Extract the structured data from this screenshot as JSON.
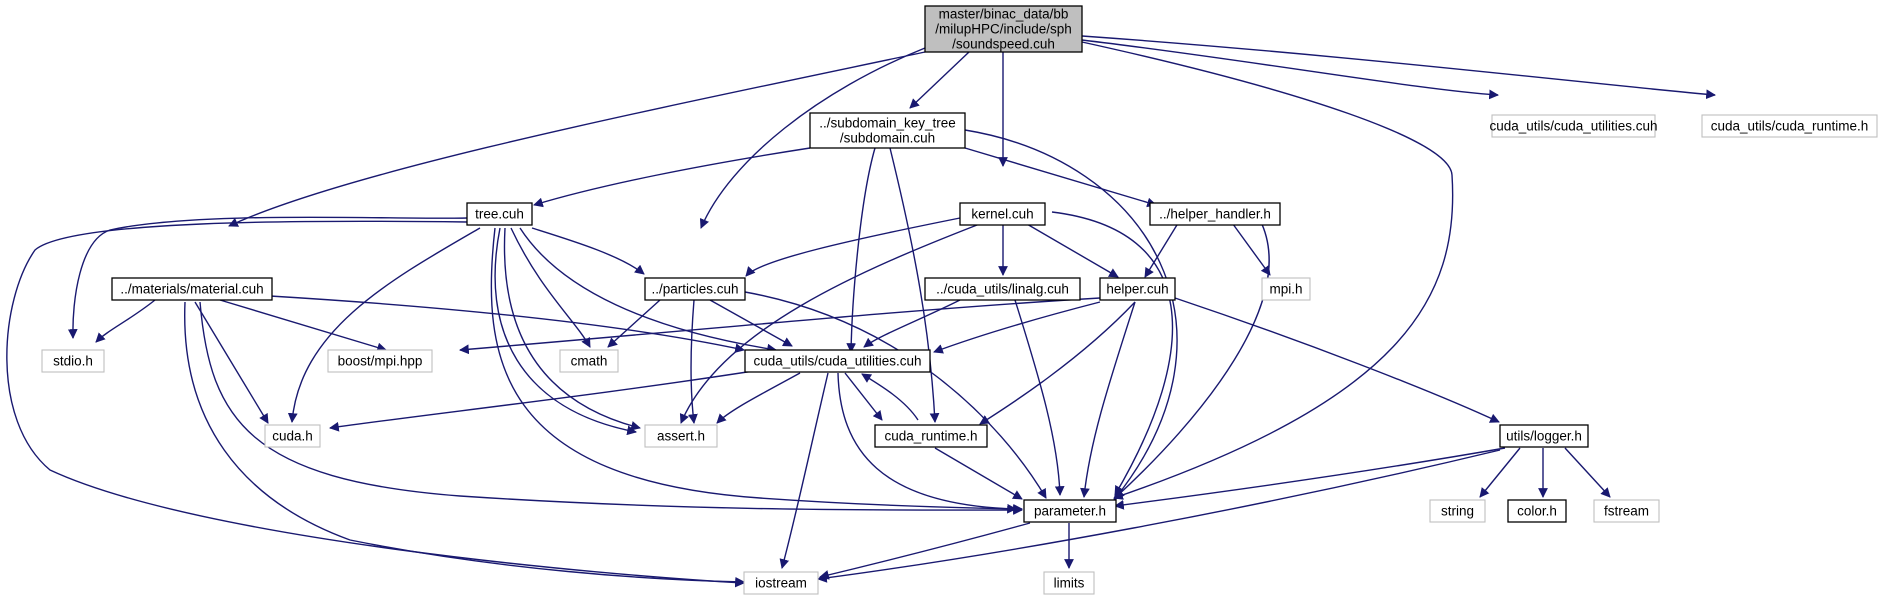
{
  "graph": {
    "root_lines": [
      "master/binac_data/bb",
      "/milupHPC/include/sph",
      "/soundspeed.cuh"
    ],
    "nodes": {
      "subdomain": [
        "../subdomain_key_tree",
        "/subdomain.cuh"
      ],
      "cuda_utilities_cuh_ext": [
        "cuda_utils/cuda_utilities.cuh"
      ],
      "cuda_runtime_h_ext": [
        "cuda_utils/cuda_runtime.h"
      ],
      "tree": [
        "tree.cuh"
      ],
      "kernel": [
        "kernel.cuh"
      ],
      "helper_handler": [
        "../helper_handler.h"
      ],
      "material": [
        "../materials/material.cuh"
      ],
      "particles": [
        "../particles.cuh"
      ],
      "linalg": [
        "../cuda_utils/linalg.cuh"
      ],
      "helper": [
        "helper.cuh"
      ],
      "mpi": [
        "mpi.h"
      ],
      "stdio": [
        "stdio.h"
      ],
      "boost_mpi": [
        "boost/mpi.hpp"
      ],
      "cmath": [
        "cmath"
      ],
      "cuda_utilities": [
        "cuda_utils/cuda_utilities.cuh"
      ],
      "cuda_h": [
        "cuda.h"
      ],
      "assert": [
        "assert.h"
      ],
      "cuda_runtime": [
        "cuda_runtime.h"
      ],
      "logger": [
        "utils/logger.h"
      ],
      "parameter": [
        "parameter.h"
      ],
      "string": [
        "string"
      ],
      "color": [
        "color.h"
      ],
      "fstream": [
        "fstream"
      ],
      "iostream": [
        "iostream"
      ],
      "limits": [
        "limits"
      ]
    }
  },
  "colors": {
    "edge": "#191970",
    "root_fill": "#bfbfbf",
    "node_border": "#000000",
    "external_border": "#bfbfbf"
  }
}
